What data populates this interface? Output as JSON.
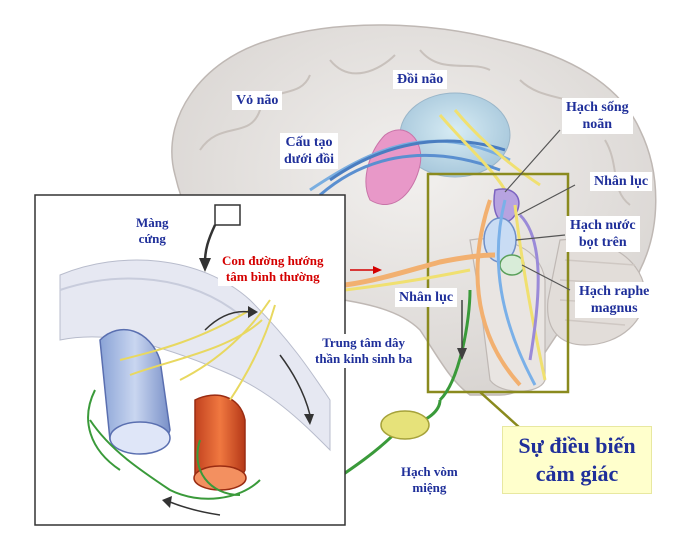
{
  "labels": {
    "cortex": "Vỏ não",
    "thalamus": "Đồi não",
    "hypothalamus_l1": "Cấu tạo",
    "hypothalamus_l2": "dưới đồi",
    "dura_l1": "Màng",
    "dura_l2": "cứng",
    "pathway_l1": "Con đường hướng",
    "pathway_l2": "tâm bình thường",
    "nucleus_mid": "Nhân lục",
    "trigeminal_l1": "Trung tâm dây",
    "trigeminal_l2": "thần kinh sinh ba",
    "ganglion_l1": "Hạch vòm",
    "ganglion_l2": "miệng",
    "dorsal_raphe_l1": "Hạch sống",
    "dorsal_raphe_l2": "noãn",
    "locus": "Nhân lục",
    "salivatory_l1": "Hạch nước",
    "salivatory_l2": "bọt trên",
    "raphe_magnus_l1": "Hạch raphe",
    "raphe_magnus_l2": "magnus",
    "summary_l1": "Sự điều biến",
    "summary_l2": "cảm giác"
  },
  "colors": {
    "pathway_red": "#d40000",
    "label_blue": "#1f2f9a",
    "summary_bg": "#ffffcc",
    "box_olive": "#8a8a1e",
    "nerve_green": "#3a9a3a"
  }
}
